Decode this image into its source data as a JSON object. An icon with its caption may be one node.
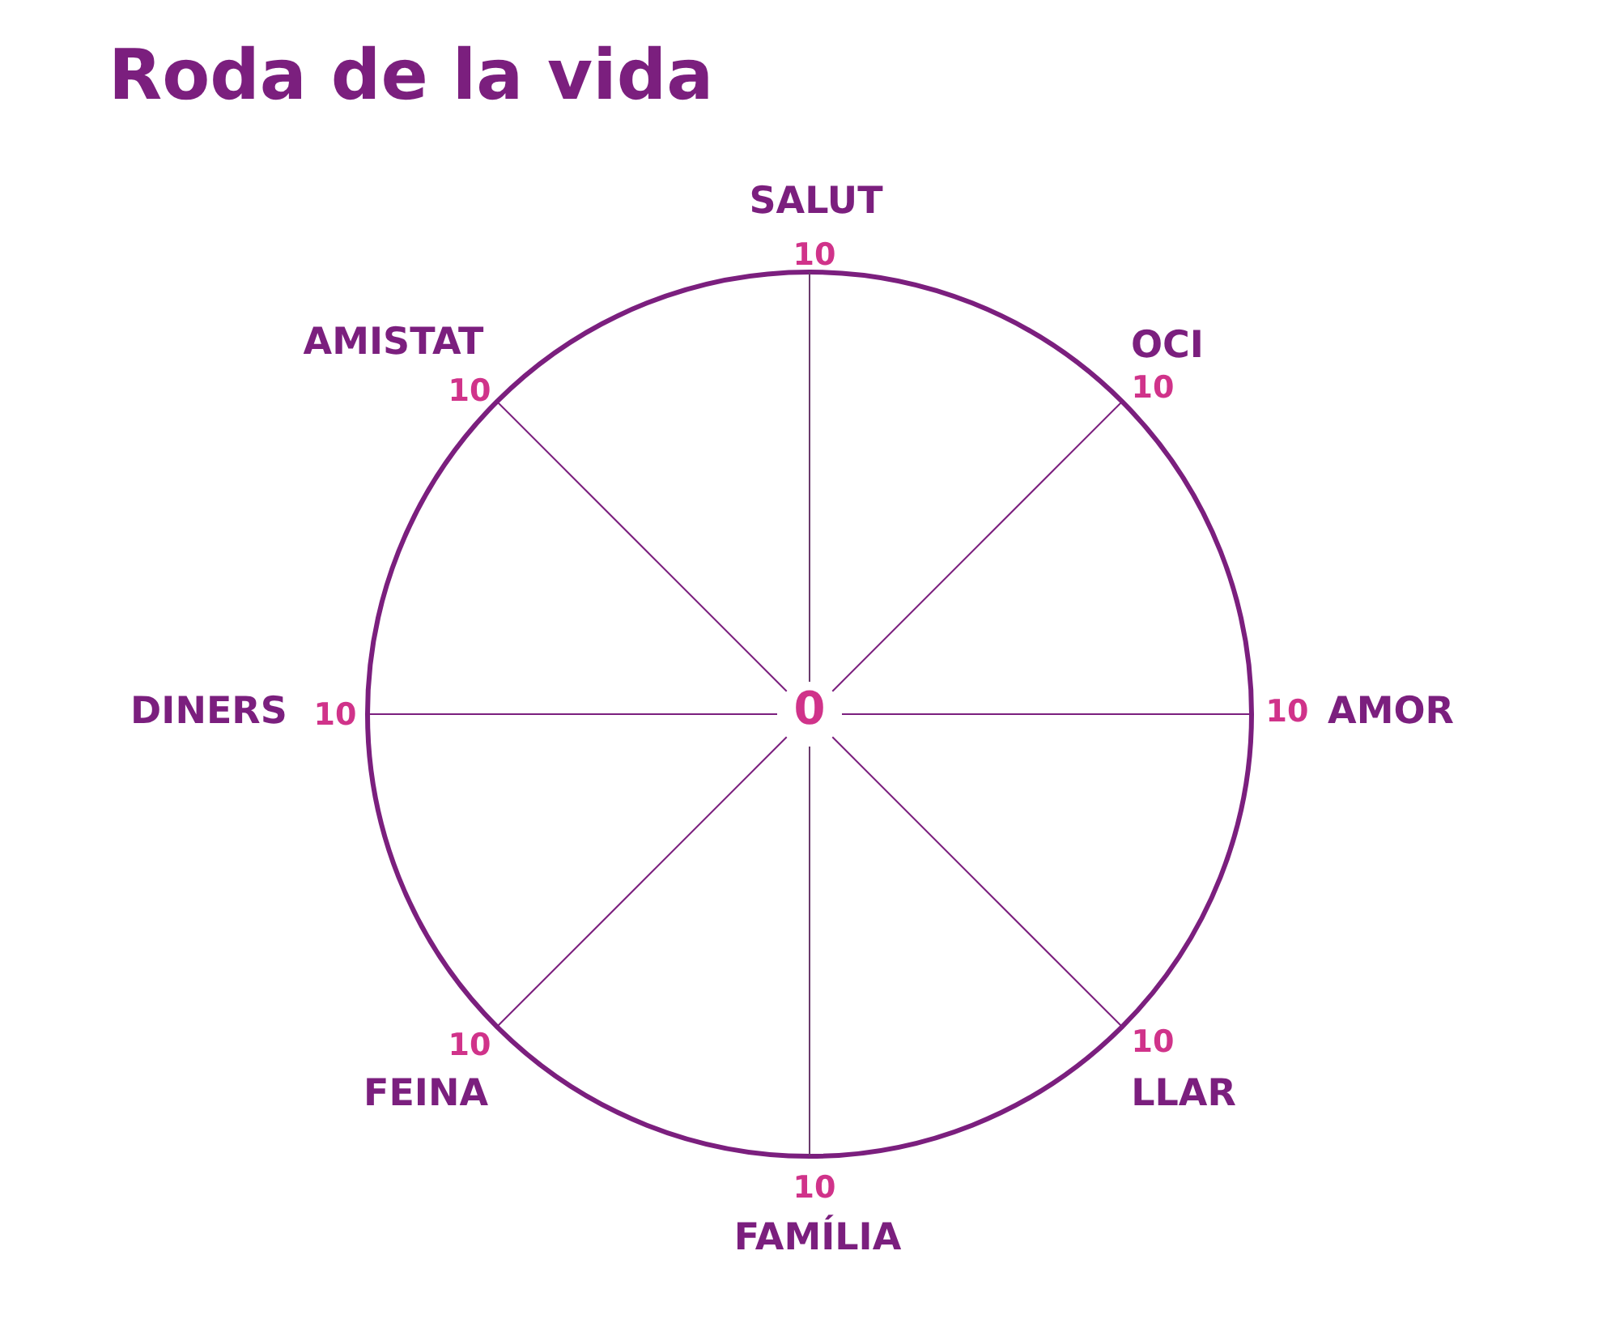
{
  "diagram": {
    "title": "Roda de la vida",
    "labels": [
      "SALUT",
      "10",
      "AMISTAT",
      "OCI",
      "10",
      "10",
      "DINERS",
      "10",
      "0",
      "10",
      "AMOR",
      "10",
      "10",
      "FEINA",
      "LLAR",
      "10",
      "FAMÍLIA"
    ]
  }
}
